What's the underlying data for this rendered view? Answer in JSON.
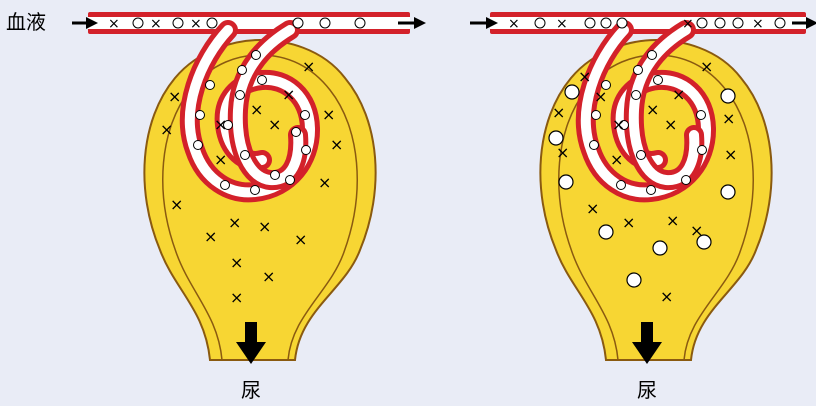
{
  "labels": {
    "blood": "血液",
    "urine_left": "尿",
    "urine_right": "尿"
  },
  "colors": {
    "background": "#e9ecf6",
    "capsule_fill": "#f7d633",
    "capsule_outline": "#8a5a10",
    "vessel_outer": "#d3212a",
    "vessel_inner": "#ffffff",
    "arrow": "#000000"
  },
  "icons": {
    "flow_arrow": "arrow-right-icon",
    "urine_arrow": "arrow-down-icon",
    "cell_marker": "circle-icon",
    "solute_marker": "x-icon"
  }
}
